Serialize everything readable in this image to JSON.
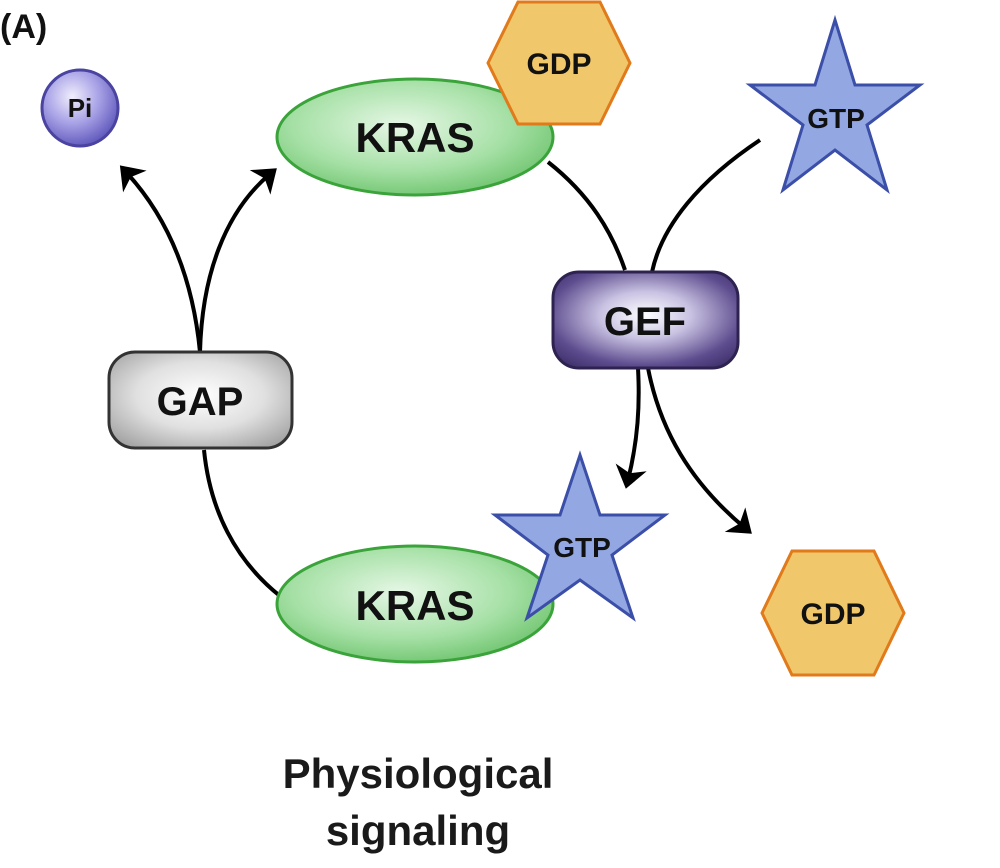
{
  "panel_label": "(A)",
  "nodes": {
    "pi": {
      "label": "Pi"
    },
    "kras_top": {
      "label": "KRAS"
    },
    "gdp_top": {
      "label": "GDP"
    },
    "gtp_top": {
      "label": "GTP"
    },
    "gef": {
      "label": "GEF"
    },
    "gap": {
      "label": "GAP"
    },
    "kras_bottom": {
      "label": "KRAS"
    },
    "gtp_bottom": {
      "label": "GTP"
    },
    "gdp_bottom": {
      "label": "GDP"
    }
  },
  "caption": {
    "line1": "Physiological",
    "line2": "signaling"
  },
  "colors": {
    "kras_fill": "#8fd68f",
    "kras_stroke": "#3aa33a",
    "gdp_fill": "#f0c76a",
    "gdp_stroke": "#e07a1a",
    "gtp_fill": "#93a8e3",
    "gtp_stroke": "#3c4fa8",
    "gef_fill": "#4a3b7a",
    "gap_fill": "#b8b8b8",
    "pi_fill": "#6b65c6"
  }
}
